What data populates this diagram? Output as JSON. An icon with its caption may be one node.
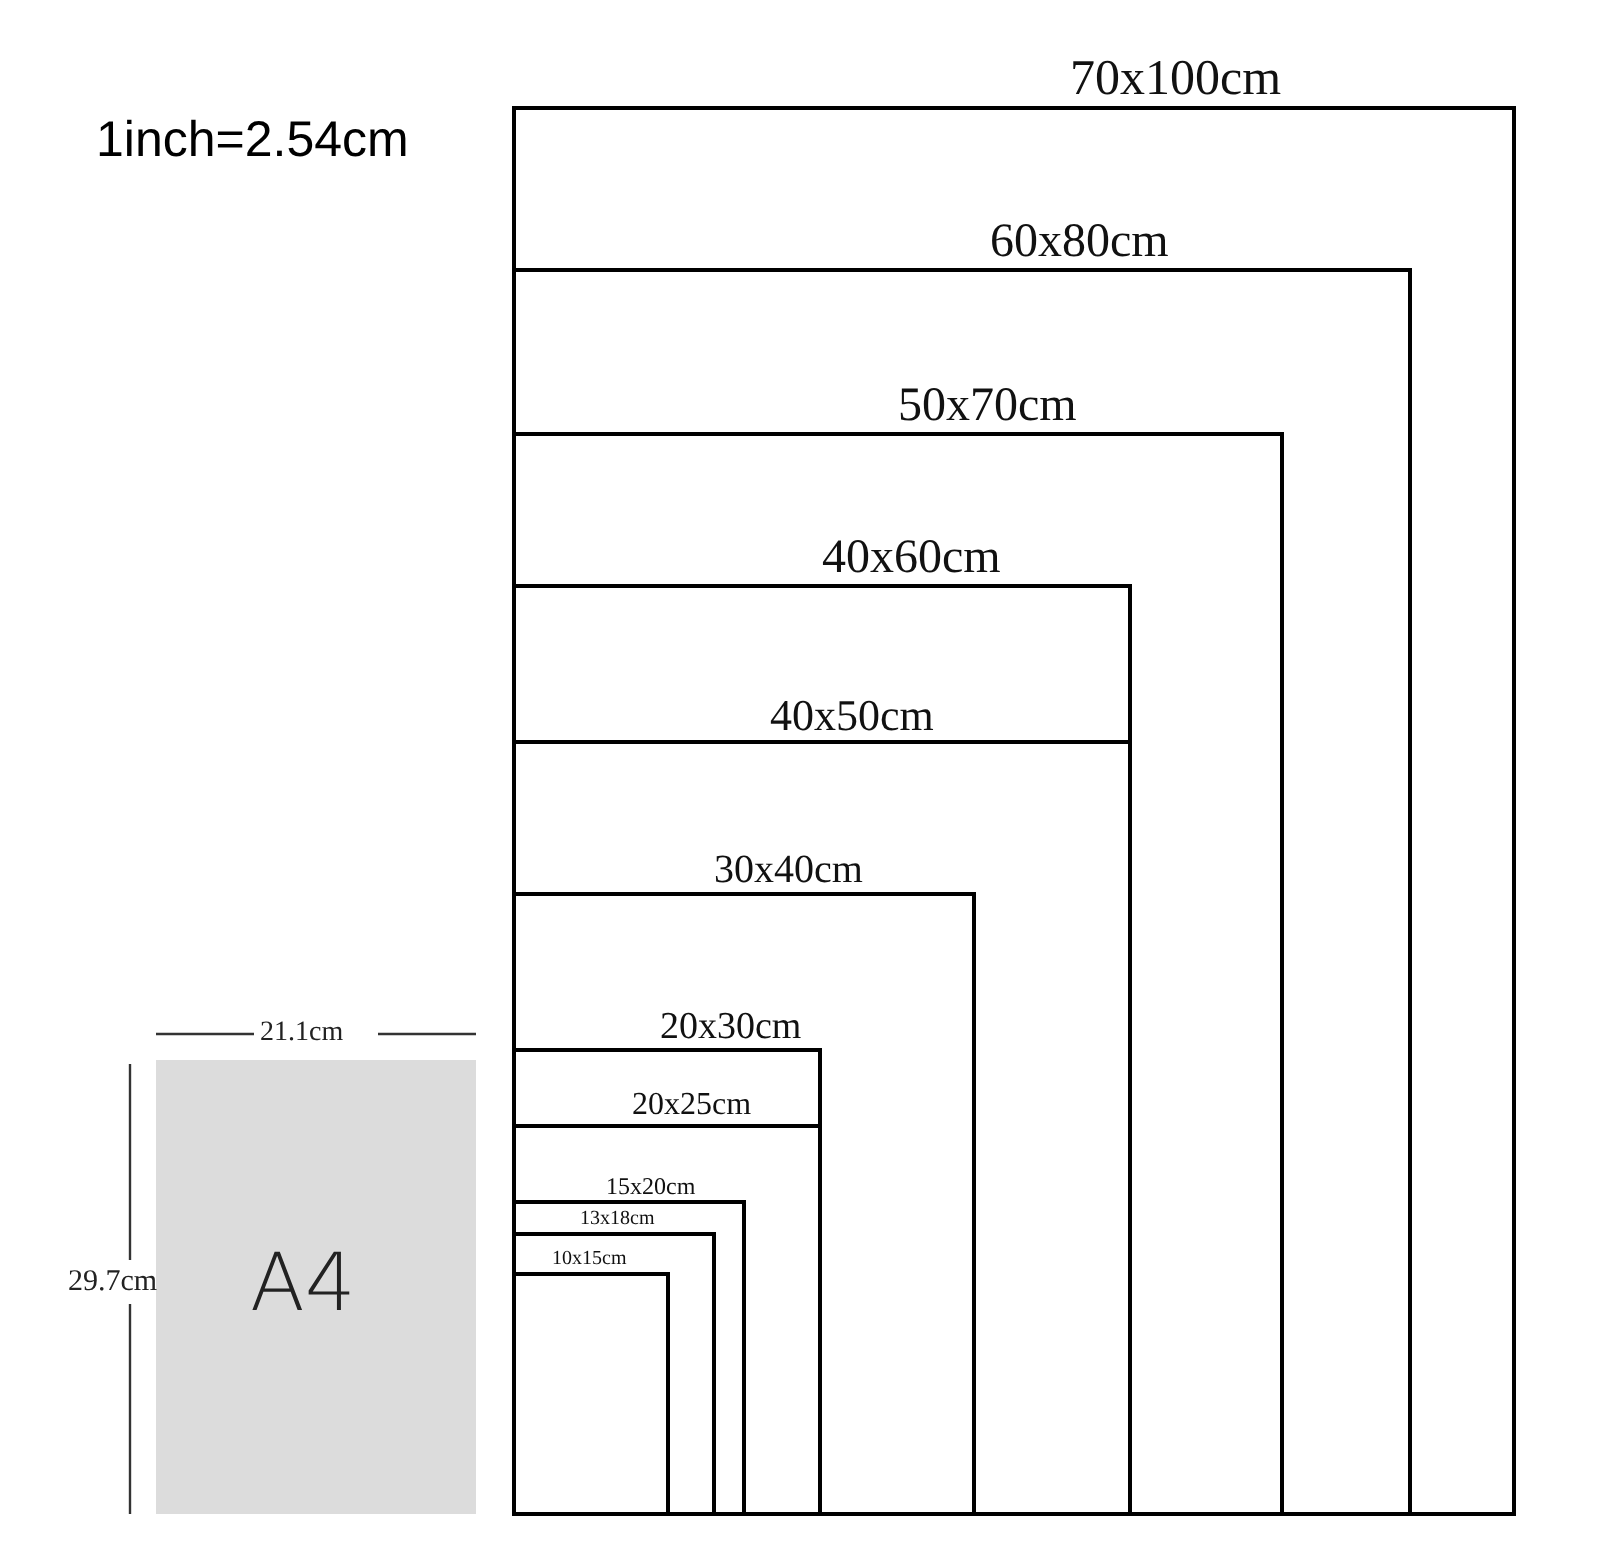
{
  "diagram": {
    "nodes": [
      {
        "text": [
          "70x100cm"
        ]
      },
      {
        "text": [
          "60x80cm"
        ],
        "in": 0
      },
      {
        "text": [
          "50x70cm"
        ],
        "in": 1
      },
      {
        "text": [
          "40x60cm"
        ],
        "in": 2
      },
      {
        "text": [
          "40x50cm"
        ],
        "in": 3
      },
      {
        "text": [
          "30x40cm"
        ],
        "in": 4
      },
      {
        "text": [
          "20x30cm"
        ],
        "in": 5
      },
      {
        "text": [
          "20x25cm"
        ],
        "in": 6
      },
      {
        "text": [
          "15x20cm"
        ],
        "in": 7
      },
      {
        "text": [
          "13x18cm"
        ],
        "in": 8
      },
      {
        "text": [
          "10x15cm"
        ],
        "in": 9
      },
      {
        "text": [
          "A4"
        ],
        "beside": [
          "21.1cm",
          "29.7cm"
        ]
      }
    ],
    "labels": [
      "1inch=2.54cm"
    ]
  }
}
